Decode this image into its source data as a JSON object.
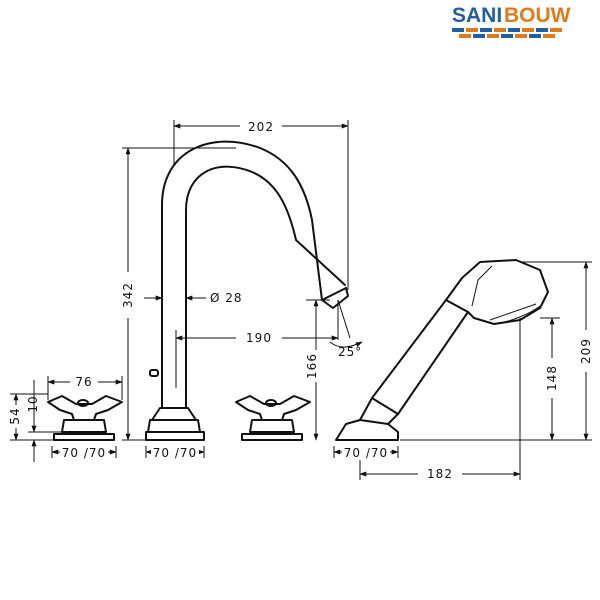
{
  "logo": {
    "word1": "SANI",
    "word2": "BOUW",
    "color1": "#1f5fa8",
    "color2": "#e07b1b"
  },
  "dimensions": {
    "spout_reach": "202",
    "height": "342",
    "spout_diameter": "Ø 28",
    "center_distance": "190",
    "spout_outlet_height": "166",
    "spout_angle": "25°",
    "handle_width": "76",
    "handle_height": "54",
    "handle_base_height": "10",
    "base_handle_left": "70 /70",
    "base_spout": "70 /70",
    "base_shower": "70 /70",
    "shower_reach": "182",
    "shower_holder_height": "148",
    "shower_total_height": "209"
  }
}
